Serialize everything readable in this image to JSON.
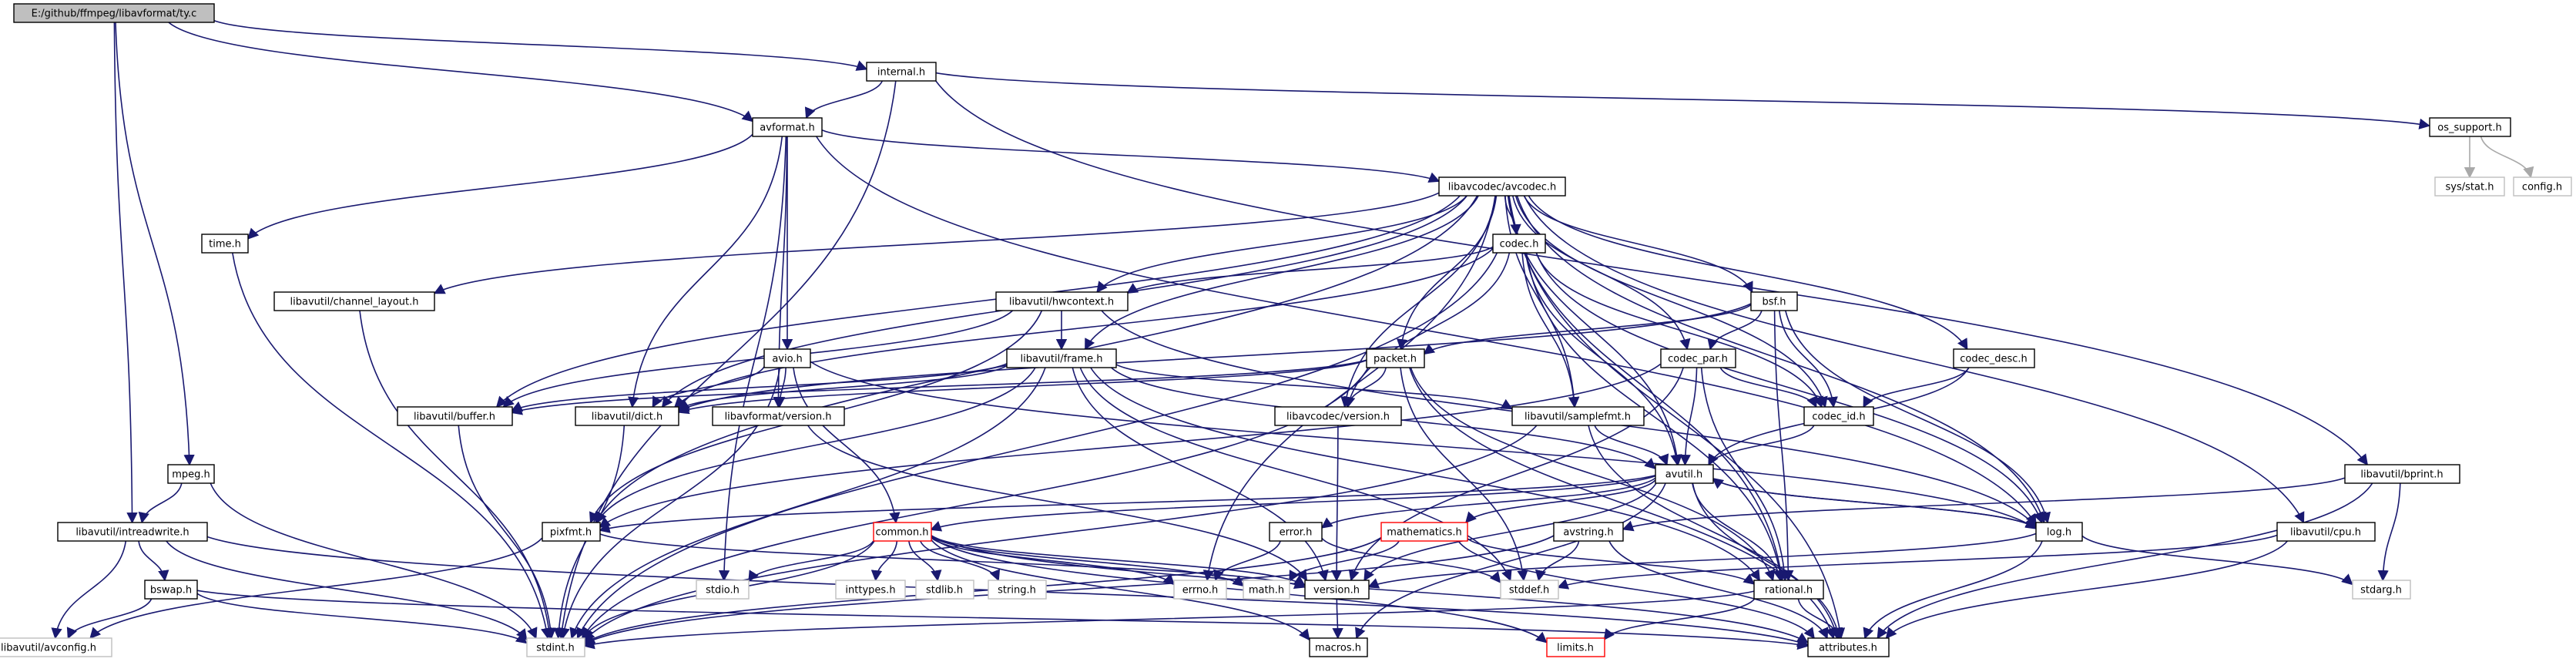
{
  "graph": {
    "colors": {
      "edge": "#191970",
      "edge_light": "#a9a9a9",
      "node_border": "#000000",
      "node_border_missing": "#bfbfbf",
      "node_border_red": "#ff0000",
      "root_fill": "#bfbfbf",
      "text": "#000000"
    },
    "nodes": [
      {
        "id": "root",
        "label": "E:/github/ffmpeg/libavformat/ty.c",
        "style": "root"
      },
      {
        "id": "internal",
        "label": "internal.h",
        "style": "normal"
      },
      {
        "id": "avformat",
        "label": "avformat.h",
        "style": "normal"
      },
      {
        "id": "os_support",
        "label": "os_support.h",
        "style": "normal"
      },
      {
        "id": "sysstat",
        "label": "sys/stat.h",
        "style": "missing"
      },
      {
        "id": "config",
        "label": "config.h",
        "style": "missing"
      },
      {
        "id": "avcodec",
        "label": "libavcodec/avcodec.h",
        "style": "normal"
      },
      {
        "id": "time",
        "label": "time.h",
        "style": "normal"
      },
      {
        "id": "channel_layout",
        "label": "libavutil/channel_layout.h",
        "style": "normal"
      },
      {
        "id": "codec",
        "label": "codec.h",
        "style": "normal"
      },
      {
        "id": "hwcontext",
        "label": "libavutil/hwcontext.h",
        "style": "normal"
      },
      {
        "id": "bsf",
        "label": "bsf.h",
        "style": "normal"
      },
      {
        "id": "frame",
        "label": "libavutil/frame.h",
        "style": "normal"
      },
      {
        "id": "avio",
        "label": "avio.h",
        "style": "normal"
      },
      {
        "id": "packet",
        "label": "packet.h",
        "style": "normal"
      },
      {
        "id": "codec_par",
        "label": "codec_par.h",
        "style": "normal"
      },
      {
        "id": "codec_desc",
        "label": "codec_desc.h",
        "style": "normal"
      },
      {
        "id": "buffer",
        "label": "libavutil/buffer.h",
        "style": "normal"
      },
      {
        "id": "dict",
        "label": "libavutil/dict.h",
        "style": "normal"
      },
      {
        "id": "lavf_version",
        "label": "libavformat/version.h",
        "style": "normal"
      },
      {
        "id": "lavc_version",
        "label": "libavcodec/version.h",
        "style": "normal"
      },
      {
        "id": "samplefmt",
        "label": "libavutil/samplefmt.h",
        "style": "normal"
      },
      {
        "id": "codec_id",
        "label": "codec_id.h",
        "style": "normal"
      },
      {
        "id": "bprint",
        "label": "libavutil/bprint.h",
        "style": "normal"
      },
      {
        "id": "mpeg",
        "label": "mpeg.h",
        "style": "normal"
      },
      {
        "id": "avutil",
        "label": "avutil.h",
        "style": "normal"
      },
      {
        "id": "intreadwrite",
        "label": "libavutil/intreadwrite.h",
        "style": "normal"
      },
      {
        "id": "pixfmt",
        "label": "pixfmt.h",
        "style": "normal"
      },
      {
        "id": "common",
        "label": "common.h",
        "style": "red"
      },
      {
        "id": "error",
        "label": "error.h",
        "style": "normal"
      },
      {
        "id": "mathematics",
        "label": "mathematics.h",
        "style": "red"
      },
      {
        "id": "avstring",
        "label": "avstring.h",
        "style": "normal"
      },
      {
        "id": "log",
        "label": "log.h",
        "style": "normal"
      },
      {
        "id": "cpu",
        "label": "libavutil/cpu.h",
        "style": "normal"
      },
      {
        "id": "bswap",
        "label": "bswap.h",
        "style": "normal"
      },
      {
        "id": "stdio",
        "label": "stdio.h",
        "style": "missing"
      },
      {
        "id": "inttypes",
        "label": "inttypes.h",
        "style": "missing"
      },
      {
        "id": "stdlib",
        "label": "stdlib.h",
        "style": "missing"
      },
      {
        "id": "string",
        "label": "string.h",
        "style": "missing"
      },
      {
        "id": "errno",
        "label": "errno.h",
        "style": "missing"
      },
      {
        "id": "math",
        "label": "math.h",
        "style": "missing"
      },
      {
        "id": "version",
        "label": "version.h",
        "style": "normal"
      },
      {
        "id": "stddef",
        "label": "stddef.h",
        "style": "missing"
      },
      {
        "id": "rational",
        "label": "rational.h",
        "style": "normal"
      },
      {
        "id": "stdarg",
        "label": "stdarg.h",
        "style": "missing"
      },
      {
        "id": "avconfig",
        "label": "libavutil/avconfig.h",
        "style": "missing"
      },
      {
        "id": "stdint",
        "label": "stdint.h",
        "style": "missing"
      },
      {
        "id": "macros",
        "label": "macros.h",
        "style": "normal"
      },
      {
        "id": "limits",
        "label": "limits.h",
        "style": "red"
      },
      {
        "id": "attributes",
        "label": "attributes.h",
        "style": "normal"
      }
    ],
    "edges": [
      [
        "root",
        "internal"
      ],
      [
        "root",
        "avformat"
      ],
      [
        "root",
        "mpeg"
      ],
      [
        "root",
        "intreadwrite"
      ],
      [
        "internal",
        "avformat"
      ],
      [
        "internal",
        "os_support"
      ],
      [
        "internal",
        "stdint"
      ],
      [
        "internal",
        "bprint"
      ],
      [
        "os_support",
        "sysstat"
      ],
      [
        "os_support",
        "config"
      ],
      [
        "avformat",
        "time"
      ],
      [
        "avformat",
        "avcodec"
      ],
      [
        "avformat",
        "avio"
      ],
      [
        "avformat",
        "dict"
      ],
      [
        "avformat",
        "lavf_version"
      ],
      [
        "avformat",
        "log"
      ],
      [
        "avformat",
        "stdio"
      ],
      [
        "avcodec",
        "channel_layout"
      ],
      [
        "avcodec",
        "codec"
      ],
      [
        "avcodec",
        "hwcontext"
      ],
      [
        "avcodec",
        "bsf"
      ],
      [
        "avcodec",
        "frame"
      ],
      [
        "avcodec",
        "packet"
      ],
      [
        "avcodec",
        "codec_par"
      ],
      [
        "avcodec",
        "codec_desc"
      ],
      [
        "avcodec",
        "buffer"
      ],
      [
        "avcodec",
        "dict"
      ],
      [
        "avcodec",
        "lavc_version"
      ],
      [
        "avcodec",
        "samplefmt"
      ],
      [
        "avcodec",
        "codec_id"
      ],
      [
        "avcodec",
        "avutil"
      ],
      [
        "avcodec",
        "pixfmt"
      ],
      [
        "avcodec",
        "log"
      ],
      [
        "avcodec",
        "errno"
      ],
      [
        "avcodec",
        "cpu"
      ],
      [
        "avcodec",
        "rational"
      ],
      [
        "avcodec",
        "attributes"
      ],
      [
        "time",
        "stdint"
      ],
      [
        "channel_layout",
        "stdint"
      ],
      [
        "codec",
        "hwcontext"
      ],
      [
        "codec",
        "dict"
      ],
      [
        "codec",
        "samplefmt"
      ],
      [
        "codec",
        "codec_id"
      ],
      [
        "codec",
        "avutil"
      ],
      [
        "codec",
        "log"
      ],
      [
        "codec",
        "rational"
      ],
      [
        "codec",
        "lavc_version"
      ],
      [
        "codec",
        "stdint"
      ],
      [
        "hwcontext",
        "frame"
      ],
      [
        "hwcontext",
        "buffer"
      ],
      [
        "hwcontext",
        "pixfmt"
      ],
      [
        "hwcontext",
        "log"
      ],
      [
        "bsf",
        "packet"
      ],
      [
        "bsf",
        "codec_par"
      ],
      [
        "bsf",
        "codec_id"
      ],
      [
        "bsf",
        "dict"
      ],
      [
        "bsf",
        "log"
      ],
      [
        "bsf",
        "rational"
      ],
      [
        "frame",
        "buffer"
      ],
      [
        "frame",
        "dict"
      ],
      [
        "frame",
        "samplefmt"
      ],
      [
        "frame",
        "pixfmt"
      ],
      [
        "frame",
        "avutil"
      ],
      [
        "frame",
        "rational"
      ],
      [
        "frame",
        "version"
      ],
      [
        "frame",
        "stddef"
      ],
      [
        "frame",
        "stdint"
      ],
      [
        "avio",
        "dict"
      ],
      [
        "avio",
        "lavf_version"
      ],
      [
        "avio",
        "log"
      ],
      [
        "avio",
        "common"
      ],
      [
        "avio",
        "stdint"
      ],
      [
        "packet",
        "buffer"
      ],
      [
        "packet",
        "dict"
      ],
      [
        "packet",
        "lavc_version"
      ],
      [
        "packet",
        "rational"
      ],
      [
        "packet",
        "attributes"
      ],
      [
        "packet",
        "stdint"
      ],
      [
        "packet",
        "stddef"
      ],
      [
        "codec_par",
        "codec_id"
      ],
      [
        "codec_par",
        "avutil"
      ],
      [
        "codec_par",
        "pixfmt"
      ],
      [
        "codec_par",
        "rational"
      ],
      [
        "codec_par",
        "version"
      ],
      [
        "codec_desc",
        "codec_id"
      ],
      [
        "codec_desc",
        "avutil"
      ],
      [
        "buffer",
        "stdint"
      ],
      [
        "dict",
        "stdint"
      ],
      [
        "lavf_version",
        "version"
      ],
      [
        "lavc_version",
        "version"
      ],
      [
        "samplefmt",
        "avutil"
      ],
      [
        "samplefmt",
        "attributes"
      ],
      [
        "samplefmt",
        "stdint"
      ],
      [
        "codec_id",
        "avutil"
      ],
      [
        "bprint",
        "avstring"
      ],
      [
        "bprint",
        "stdarg"
      ],
      [
        "bprint",
        "attributes"
      ],
      [
        "mpeg",
        "intreadwrite"
      ],
      [
        "mpeg",
        "stdint"
      ],
      [
        "avutil",
        "common"
      ],
      [
        "avutil",
        "error"
      ],
      [
        "avutil",
        "mathematics"
      ],
      [
        "avutil",
        "rational"
      ],
      [
        "avutil",
        "version"
      ],
      [
        "avutil",
        "macros"
      ],
      [
        "avutil",
        "log"
      ],
      [
        "avutil",
        "pixfmt"
      ],
      [
        "avutil",
        "attributes"
      ],
      [
        "intreadwrite",
        "bswap"
      ],
      [
        "intreadwrite",
        "avconfig"
      ],
      [
        "intreadwrite",
        "attributes"
      ],
      [
        "intreadwrite",
        "stdint"
      ],
      [
        "pixfmt",
        "avconfig"
      ],
      [
        "pixfmt",
        "version"
      ],
      [
        "common",
        "errno"
      ],
      [
        "common",
        "inttypes"
      ],
      [
        "common",
        "limits"
      ],
      [
        "common",
        "math"
      ],
      [
        "common",
        "stdint"
      ],
      [
        "common",
        "stdio"
      ],
      [
        "common",
        "stdlib"
      ],
      [
        "common",
        "string"
      ],
      [
        "common",
        "attributes"
      ],
      [
        "common",
        "macros"
      ],
      [
        "common",
        "version"
      ],
      [
        "error",
        "errno"
      ],
      [
        "error",
        "stddef"
      ],
      [
        "mathematics",
        "stdint"
      ],
      [
        "mathematics",
        "math"
      ],
      [
        "mathematics",
        "attributes"
      ],
      [
        "mathematics",
        "rational"
      ],
      [
        "avstring",
        "stddef"
      ],
      [
        "avstring",
        "stdint"
      ],
      [
        "avstring",
        "attributes"
      ],
      [
        "log",
        "stdarg"
      ],
      [
        "log",
        "attributes"
      ],
      [
        "log",
        "version"
      ],
      [
        "log",
        "avutil"
      ],
      [
        "cpu",
        "stddef"
      ],
      [
        "cpu",
        "attributes"
      ],
      [
        "bswap",
        "stdint"
      ],
      [
        "bswap",
        "avconfig"
      ],
      [
        "bswap",
        "attributes"
      ],
      [
        "version",
        "macros"
      ],
      [
        "rational",
        "stdint"
      ],
      [
        "rational",
        "limits"
      ],
      [
        "rational",
        "attributes"
      ]
    ]
  }
}
